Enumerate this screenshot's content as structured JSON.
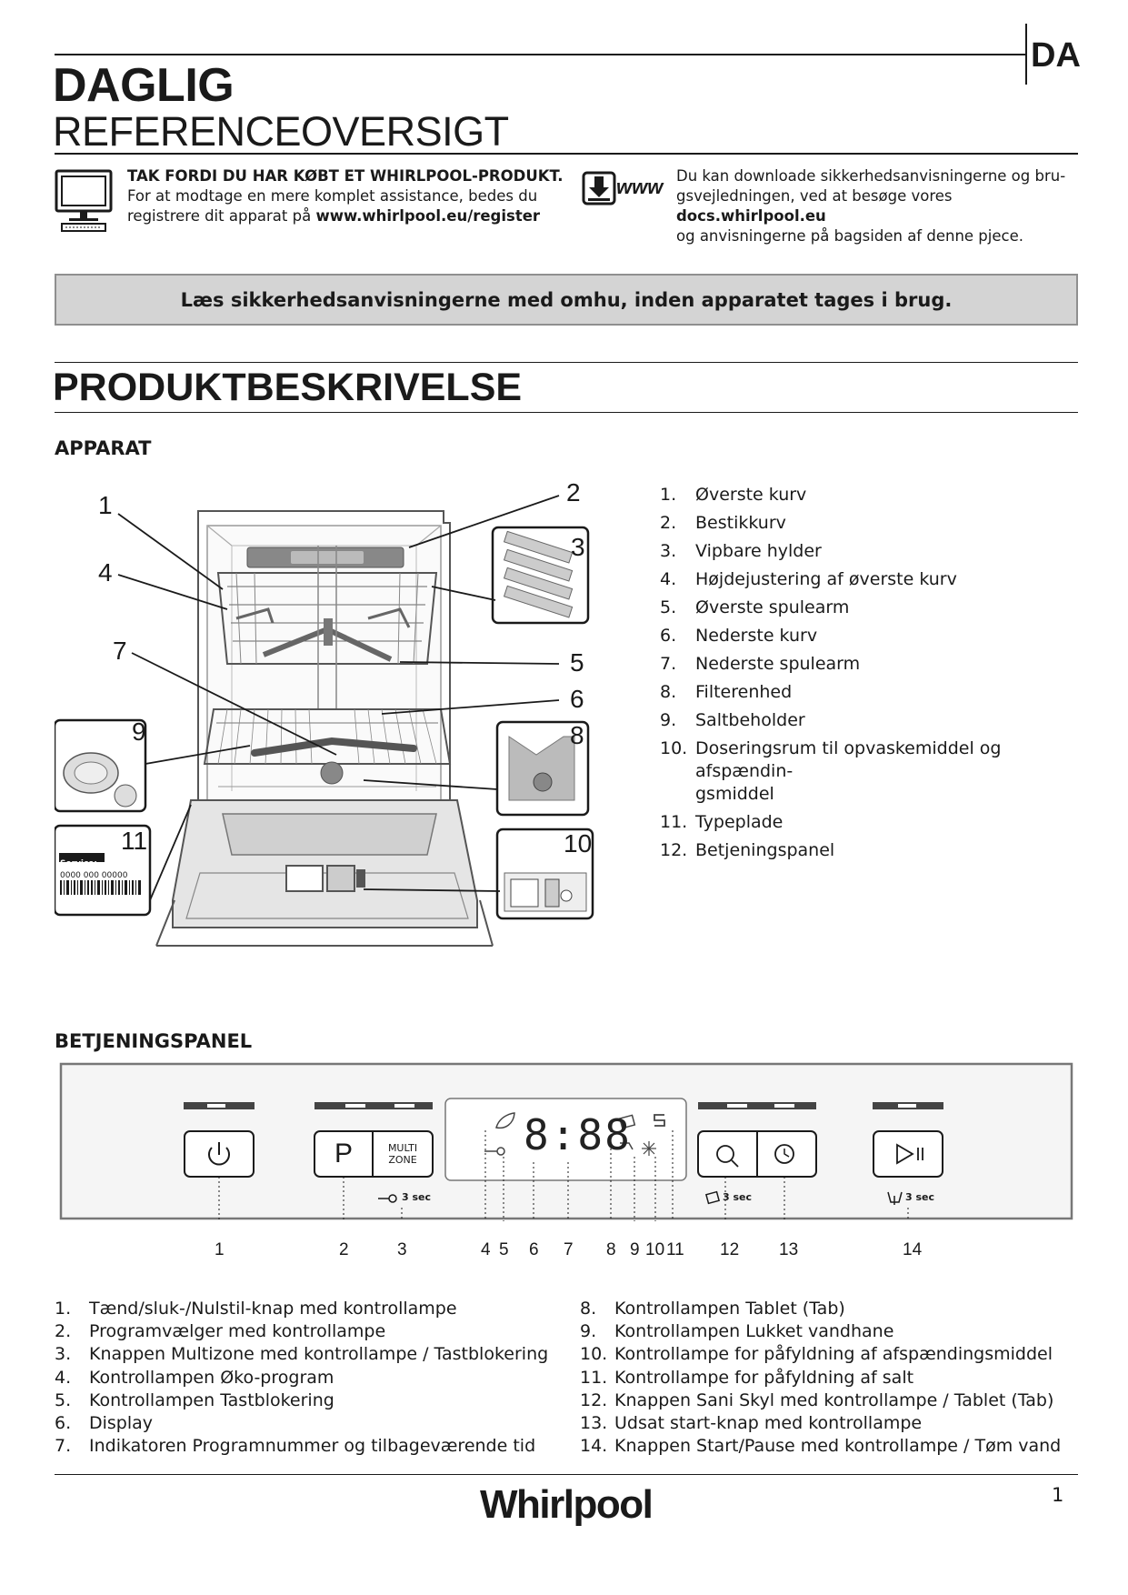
{
  "header": {
    "language_code": "DA",
    "title_line1": "DAGLIG",
    "title_line2": "REFERENCEOVERSIGT"
  },
  "intro": {
    "left": {
      "bold_line": "TAK FORDI DU HAR KØBT ET WHIRLPOOL-PRODUKT.",
      "line2": "For at modtage en mere komplet assistance, bedes du",
      "line3_prefix": "registrere dit apparat på ",
      "line3_link": "www.whirlpool.eu/register"
    },
    "right": {
      "icon_label": "www",
      "line1": "Du kan downloade sikkerhedsanvisningerne og bru-",
      "line2_prefix": "gsvejledningen, ved at besøge vores ",
      "line2_link": "docs.whirlpool.eu",
      "line3": "og anvisningerne på bagsiden af denne pjece."
    }
  },
  "safety_notice": "Læs sikkerhedsanvisningerne med omhu, inden apparatet tages i brug.",
  "section_title": "PRODUKTBESKRIVELSE",
  "appliance": {
    "heading": "APPARAT",
    "callouts": [
      "1",
      "2",
      "3",
      "4",
      "5",
      "6",
      "7",
      "8",
      "9",
      "10",
      "11"
    ],
    "rating_plate": {
      "service_label": "Service:",
      "service_number": "0000 000 00000"
    },
    "parts": [
      {
        "num": "1.",
        "label": "Øverste kurv"
      },
      {
        "num": "2.",
        "label": "Bestikkurv"
      },
      {
        "num": "3.",
        "label": "Vipbare hylder"
      },
      {
        "num": "4.",
        "label": "Højdejustering af øverste kurv"
      },
      {
        "num": "5.",
        "label": "Øverste spulearm"
      },
      {
        "num": "6.",
        "label": "Nederste kurv"
      },
      {
        "num": "7.",
        "label": "Nederste spulearm"
      },
      {
        "num": "8.",
        "label": "Filterenhed"
      },
      {
        "num": "9.",
        "label": "Saltbeholder"
      },
      {
        "num": "10.",
        "label": "Doseringsrum til opvaskemiddel og afspændin-",
        "label_cont": "gsmiddel"
      },
      {
        "num": "11.",
        "label": "Typeplade"
      },
      {
        "num": "12.",
        "label": "Betjeningspanel"
      }
    ]
  },
  "control_panel": {
    "heading": "BETJENINGSPANEL",
    "display_digits": "8:88",
    "buttons": {
      "program": "P",
      "multizone_line1": "MULTI",
      "multizone_line2": "ZONE"
    },
    "hold_labels": {
      "key_lock": "3 sec",
      "tablet": "3 sec",
      "drain": "3 sec"
    },
    "numbers": [
      "1",
      "2",
      "3",
      "4",
      "5",
      "6",
      "7",
      "8",
      "9",
      "10",
      "11",
      "12",
      "13",
      "14"
    ],
    "items_left": [
      {
        "num": "1.",
        "label": "Tænd/sluk-/Nulstil-knap med kontrollampe"
      },
      {
        "num": "2.",
        "label": "Programvælger med kontrollampe"
      },
      {
        "num": "3.",
        "label": "Knappen Multizone med kontrollampe / Tastblokering"
      },
      {
        "num": "4.",
        "label": "Kontrollampen Øko-program"
      },
      {
        "num": "5.",
        "label": "Kontrollampen Tastblokering"
      },
      {
        "num": "6.",
        "label": "Display"
      },
      {
        "num": "7.",
        "label": "Indikatoren Programnummer og tilbageværende tid"
      }
    ],
    "items_right": [
      {
        "num": "8.",
        "label": "Kontrollampen Tablet (Tab)"
      },
      {
        "num": "9.",
        "label": "Kontrollampen Lukket vandhane"
      },
      {
        "num": "10.",
        "label": "Kontrollampe for påfyldning af afspændingsmiddel"
      },
      {
        "num": "11.",
        "label": "Kontrollampe for påfyldning af salt"
      },
      {
        "num": "12.",
        "label": "Knappen Sani Skyl med kontrollampe / Tablet (Tab)"
      },
      {
        "num": "13.",
        "label": "Udsat start-knap med kontrollampe"
      },
      {
        "num": "14.",
        "label": "Knappen Start/Pause med kontrollampe / Tøm vand"
      }
    ]
  },
  "footer": {
    "brand": "Whirlpool",
    "page_number": "1"
  }
}
